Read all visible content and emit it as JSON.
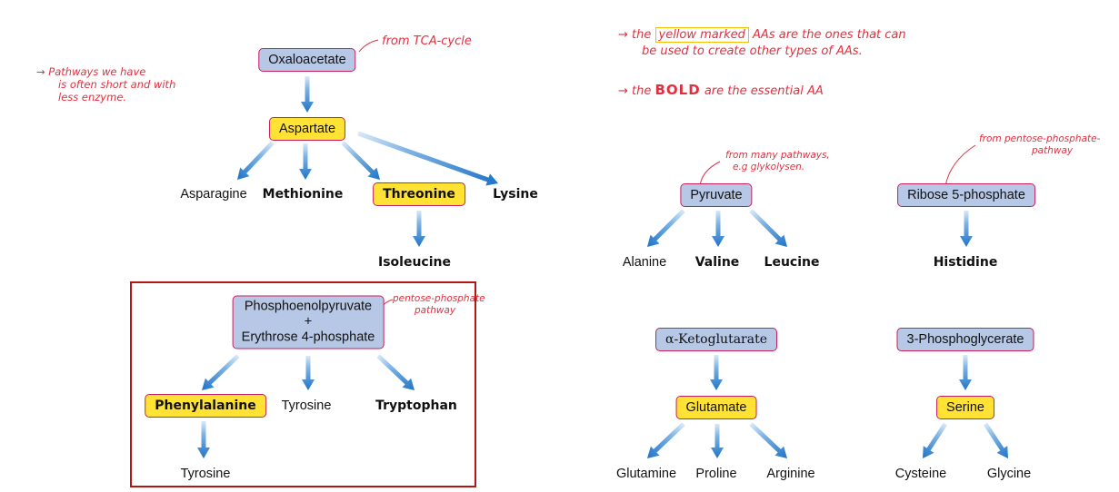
{
  "nodes": {
    "oxaloacetate": "Oxaloacetate",
    "aspartate": "Aspartate",
    "asparagine": "Asparagine",
    "methionine": "Methionine",
    "threonine": "Threonine",
    "lysine": "Lysine",
    "isoleucine": "Isoleucine",
    "pep_line1": "Phosphoenolpyruvate",
    "pep_plus": "+",
    "pep_line2": "Erythrose 4-phosphate",
    "phenylalanine": "Phenylalanine",
    "tyrosine_mid": "Tyrosine",
    "tryptophan": "Tryptophan",
    "tyrosine_low": "Tyrosine",
    "pyruvate": "Pyruvate",
    "alanine": "Alanine",
    "valine": "Valine",
    "leucine": "Leucine",
    "ribose": "Ribose 5-phosphate",
    "histidine": "Histidine",
    "ketoglutarate": "α-Ketoglutarate",
    "glutamate": "Glutamate",
    "glutamine": "Glutamine",
    "proline": "Proline",
    "arginine": "Arginine",
    "phosphoglycerate": "3-Phosphoglycerate",
    "serine": "Serine",
    "cysteine": "Cysteine",
    "glycine": "Glycine"
  },
  "notes": {
    "tca": "from TCA-cycle",
    "pathways_1": "→  Pathways we have",
    "pathways_2": "is often short and with",
    "pathways_3": "less enzyme.",
    "pentose_1": "pentose-phosphate",
    "pentose_2": "pathway",
    "many_1": "from many pathways,",
    "many_2": "e.g glykolysen.",
    "ribose_1": "from pentose-phosphate-",
    "ribose_2": "pathway",
    "yellow_pre": "→  the",
    "yellow_word": "yellow marked",
    "yellow_post": "AAs are the ones that can",
    "yellow_2": "be used to create other types of AAs.",
    "bold_pre": "→  the",
    "bold_word": "BOLD",
    "bold_post": "are the essential AA"
  },
  "colors": {
    "box_blue": "#b7c8e6",
    "box_yellow": "#ffe233",
    "box_border": "#c81e5a",
    "arrow_blue": "#2a7fd0",
    "note_red": "#e03040",
    "frame_red": "#b01818"
  }
}
